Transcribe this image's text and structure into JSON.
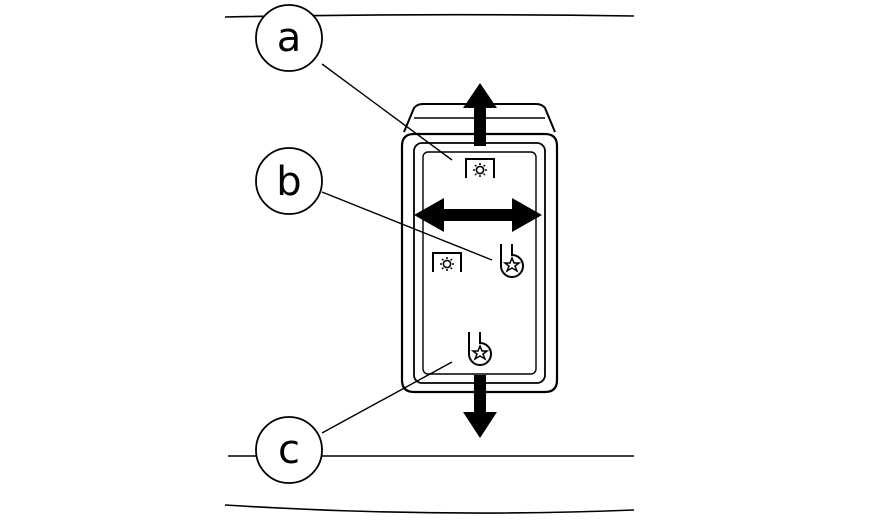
{
  "callouts": [
    {
      "id": "a",
      "label": "a"
    },
    {
      "id": "b",
      "label": "b"
    },
    {
      "id": "c",
      "label": "c"
    }
  ],
  "colors": {
    "ink": "#000000",
    "background": "#ffffff",
    "bezel": "#ffffff"
  },
  "icons": {
    "top_position": "work-light-icon",
    "middle_left": "work-light-icon",
    "middle_right": "fan-blower-icon",
    "bottom_position": "fan-blower-icon"
  }
}
